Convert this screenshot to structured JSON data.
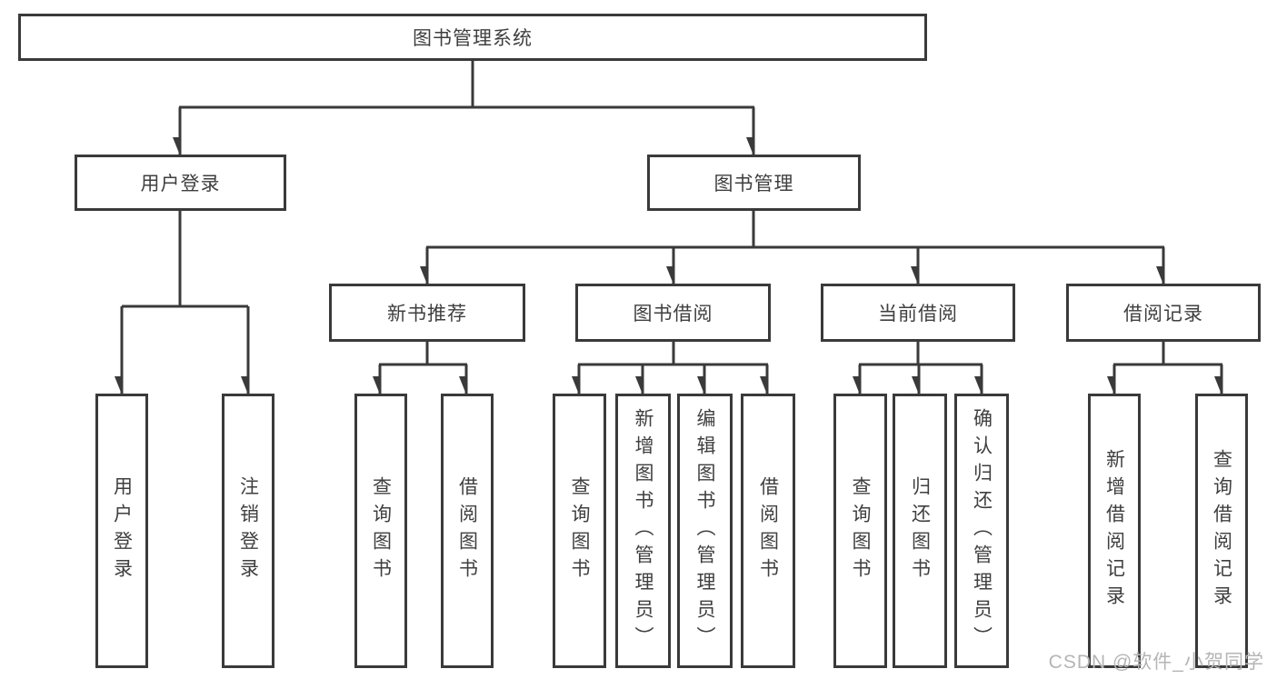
{
  "diagram": {
    "watermark": "CSDN @软件_小贺同学",
    "colors": {
      "line": "#3a3a3a",
      "text": "#3f3f3f",
      "background": "#ffffff",
      "watermark": "#b5b5b5"
    },
    "tree": {
      "label": "图书管理系统",
      "children": [
        {
          "label": "用户登录",
          "children": [
            {
              "label": "用户登录"
            },
            {
              "label": "注销登录"
            }
          ]
        },
        {
          "label": "图书管理",
          "children": [
            {
              "label": "新书推荐",
              "children": [
                {
                  "label": "查询图书"
                },
                {
                  "label": "借阅图书"
                }
              ]
            },
            {
              "label": "图书借阅",
              "children": [
                {
                  "label": "查询图书"
                },
                {
                  "label": "新增图书（管理员）"
                },
                {
                  "label": "编辑图书（管理员）"
                },
                {
                  "label": "借阅图书"
                }
              ]
            },
            {
              "label": "当前借阅",
              "children": [
                {
                  "label": "查询图书"
                },
                {
                  "label": "归还图书"
                },
                {
                  "label": "确认归还（管理员）"
                }
              ]
            },
            {
              "label": "借阅记录",
              "children": [
                {
                  "label": "新增借阅记录"
                },
                {
                  "label": "查询借阅记录"
                }
              ]
            }
          ]
        }
      ]
    }
  }
}
